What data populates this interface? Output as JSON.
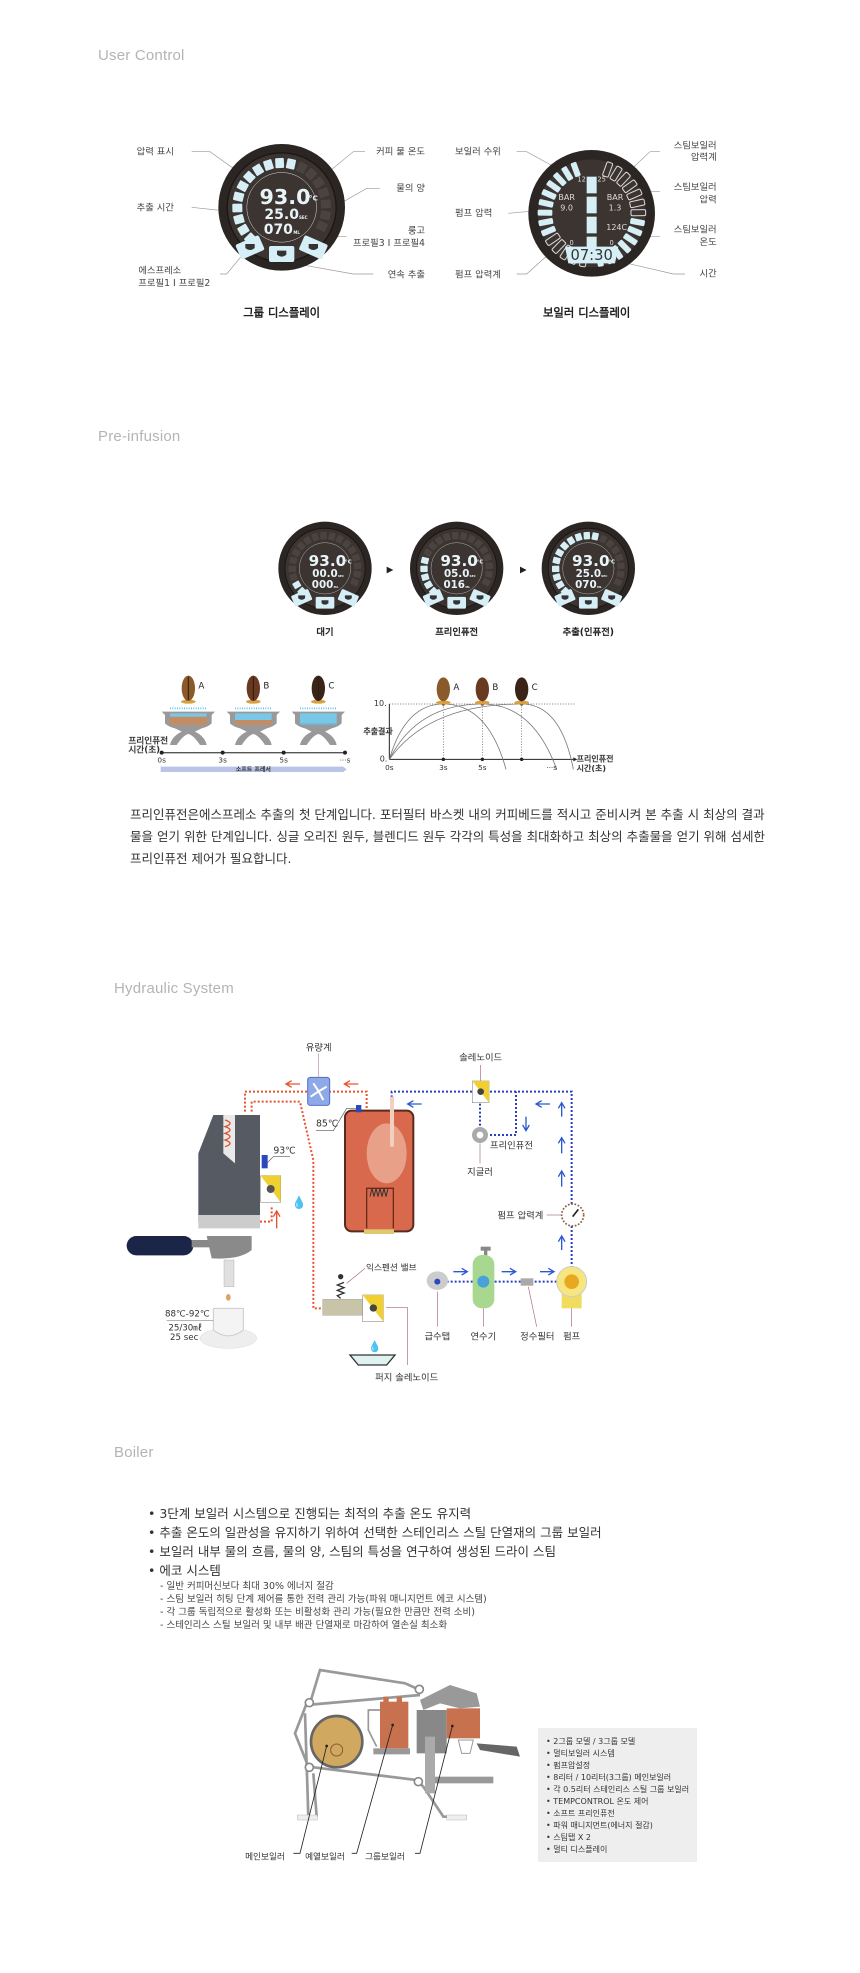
{
  "sections": {
    "user_control": "User Control",
    "pre_infusion": "Pre-infusion",
    "hydraulic": "Hydraulic System",
    "boiler": "Boiler"
  },
  "group_display": {
    "title": "그룹 디스플레이",
    "labels": {
      "pressure": "압력 표시",
      "coffee_temp": "커피 물 온도",
      "extraction_time": "추출 시간",
      "water_amount": "물의 양",
      "lungo": "룽고",
      "profile34": "프로필3 I 프로필4",
      "espresso": "에스프레소",
      "profile12": "프로필1 I 프로필2",
      "continuous": "연속 추출"
    },
    "readout": {
      "temp": "93.0",
      "temp_unit": "°C",
      "time": "25.0",
      "time_unit": "SEC",
      "volume": "070",
      "volume_unit": "ML"
    },
    "lit_segments": 11
  },
  "boiler_display": {
    "title": "보일러 디스플레이",
    "labels": {
      "water_level": "보일러 수위",
      "pump_pressure": "펌프 압력",
      "pump_gauge": "펌프 압력계",
      "steam_gauge_1": "스팀보일러",
      "steam_gauge_2": "압력계",
      "steam_pressure_1": "스팀보일러",
      "steam_pressure_2": "압력",
      "steam_temp_1": "스팀보일러",
      "steam_temp_2": "온도",
      "time": "시간"
    },
    "readout": {
      "left_max": "12",
      "right_max": "25",
      "left_unit": "BAR",
      "left_value": "9.0",
      "right_unit": "BAR",
      "right_value": "1.3",
      "steam_temp": "124C",
      "left_zero": "0",
      "right_zero": "0",
      "clock": "07:30"
    }
  },
  "pre_infusion": {
    "states": [
      {
        "label": "대기",
        "temp": "93.0",
        "time": "00.0",
        "volume": "000",
        "lit": 2
      },
      {
        "label": "프리인퓨전",
        "temp": "93.0",
        "time": "05.0",
        "volume": "016",
        "lit": 5
      },
      {
        "label": "추출(인퓨전)",
        "temp": "93.0",
        "time": "25.0",
        "volume": "070",
        "lit": 11
      }
    ],
    "beans": [
      "A",
      "B",
      "C"
    ],
    "timeline_label_1": "프리인퓨전",
    "timeline_label_2": "시간(초)",
    "ticks": [
      "0s",
      "3s",
      "5s",
      "···s"
    ],
    "soft_press": "소프트 프레서",
    "chart_ylabel": "추출결과",
    "chart_ymax": "10.",
    "chart_ymin": "0.",
    "chart_xlabel_1": "프리인퓨전",
    "chart_xlabel_2": "시간(초)",
    "description": "프리인퓨전은에스프레소 추출의 첫 단계입니다. 포터필터 바스켓 내의 커피베드를 적시고 준비시켜 본 추출 시 최상의 결과물을 얻기 위한 단계입니다. 싱글 오리진 원두, 블렌디드 원두 각각의 특성을 최대화하고 최상의 추출물을 얻기 위해 섬세한 프리인퓨전 제어가 필요합니다."
  },
  "hydraulic": {
    "flowmeter": "유량계",
    "boiler_temp": "85℃",
    "group_temp": "93℃",
    "solenoid": "솔레노이드",
    "preinfusion": "프리인퓨전",
    "gicleur": "지글러",
    "pump_gauge": "펌프 압력계",
    "expansion_valve": "익스펜션 밸브",
    "cup_temp": "88℃-92℃",
    "cup_volume": "25/30㎖",
    "cup_time": "25 sec",
    "water_tap": "급수탭",
    "softener": "연수기",
    "filter": "정수필터",
    "pump": "펌프",
    "purge_solenoid": "퍼지 솔레노이드"
  },
  "boiler": {
    "bullets": [
      "3단계 보일러 시스템으로 진행되는 최적의 추출 온도 유지력",
      "추출 온도의 일관성을 유지하기 위하여 선택한 스테인리스 스틸 단열재의 그룹 보일러",
      "보일러 내부 물의 흐름, 물의 양, 스팀의 특성을 연구하여 생성된 드라이 스팀",
      "에코 시스템"
    ],
    "sub_bullets": [
      "- 일반 커피머신보다 최대 30% 에너지 절감",
      "- 스팀 보일러 히팅 단계 제어를 통한 전력 관리 가능(파워 매니지먼트 에코 시스템)",
      "- 각 그룹 독립적으로 활성화 또는 비활성화 관리 가능(필요한 만큼만 전력 소비)",
      "- 스테인리스 스틸 보일러 및 내부 배관 단열재로 마감하여 열손실 최소화"
    ],
    "diagram_labels": [
      "메인보일러",
      "예열보일러",
      "그룹보일러"
    ],
    "specs": [
      "• 2그룹 모델 / 3그룹 모델",
      "• 멀티보일러 시스템",
      "• 펌프압설정",
      "• 8리터 / 10리터(3그룹) 메인보일러",
      "• 각 0.5리터 스테인리스 스틸 그룹 보일러",
      "• TEMPCONTROL 온도 제어",
      "• 소프트 프리인퓨전",
      "• 파워 매니지먼트(에너지 절감)",
      "• 스팀탭 X 2",
      "• 멀티 디스플레이"
    ]
  },
  "colors": {
    "heading": "#b4b4b4",
    "lcd": "#d6eef6",
    "bezel": "#2b2624",
    "hot_line": "#e8532e",
    "cold_line": "#2a3fc0",
    "boiler_body": "#d9694c",
    "gold": "#c9a25a"
  }
}
